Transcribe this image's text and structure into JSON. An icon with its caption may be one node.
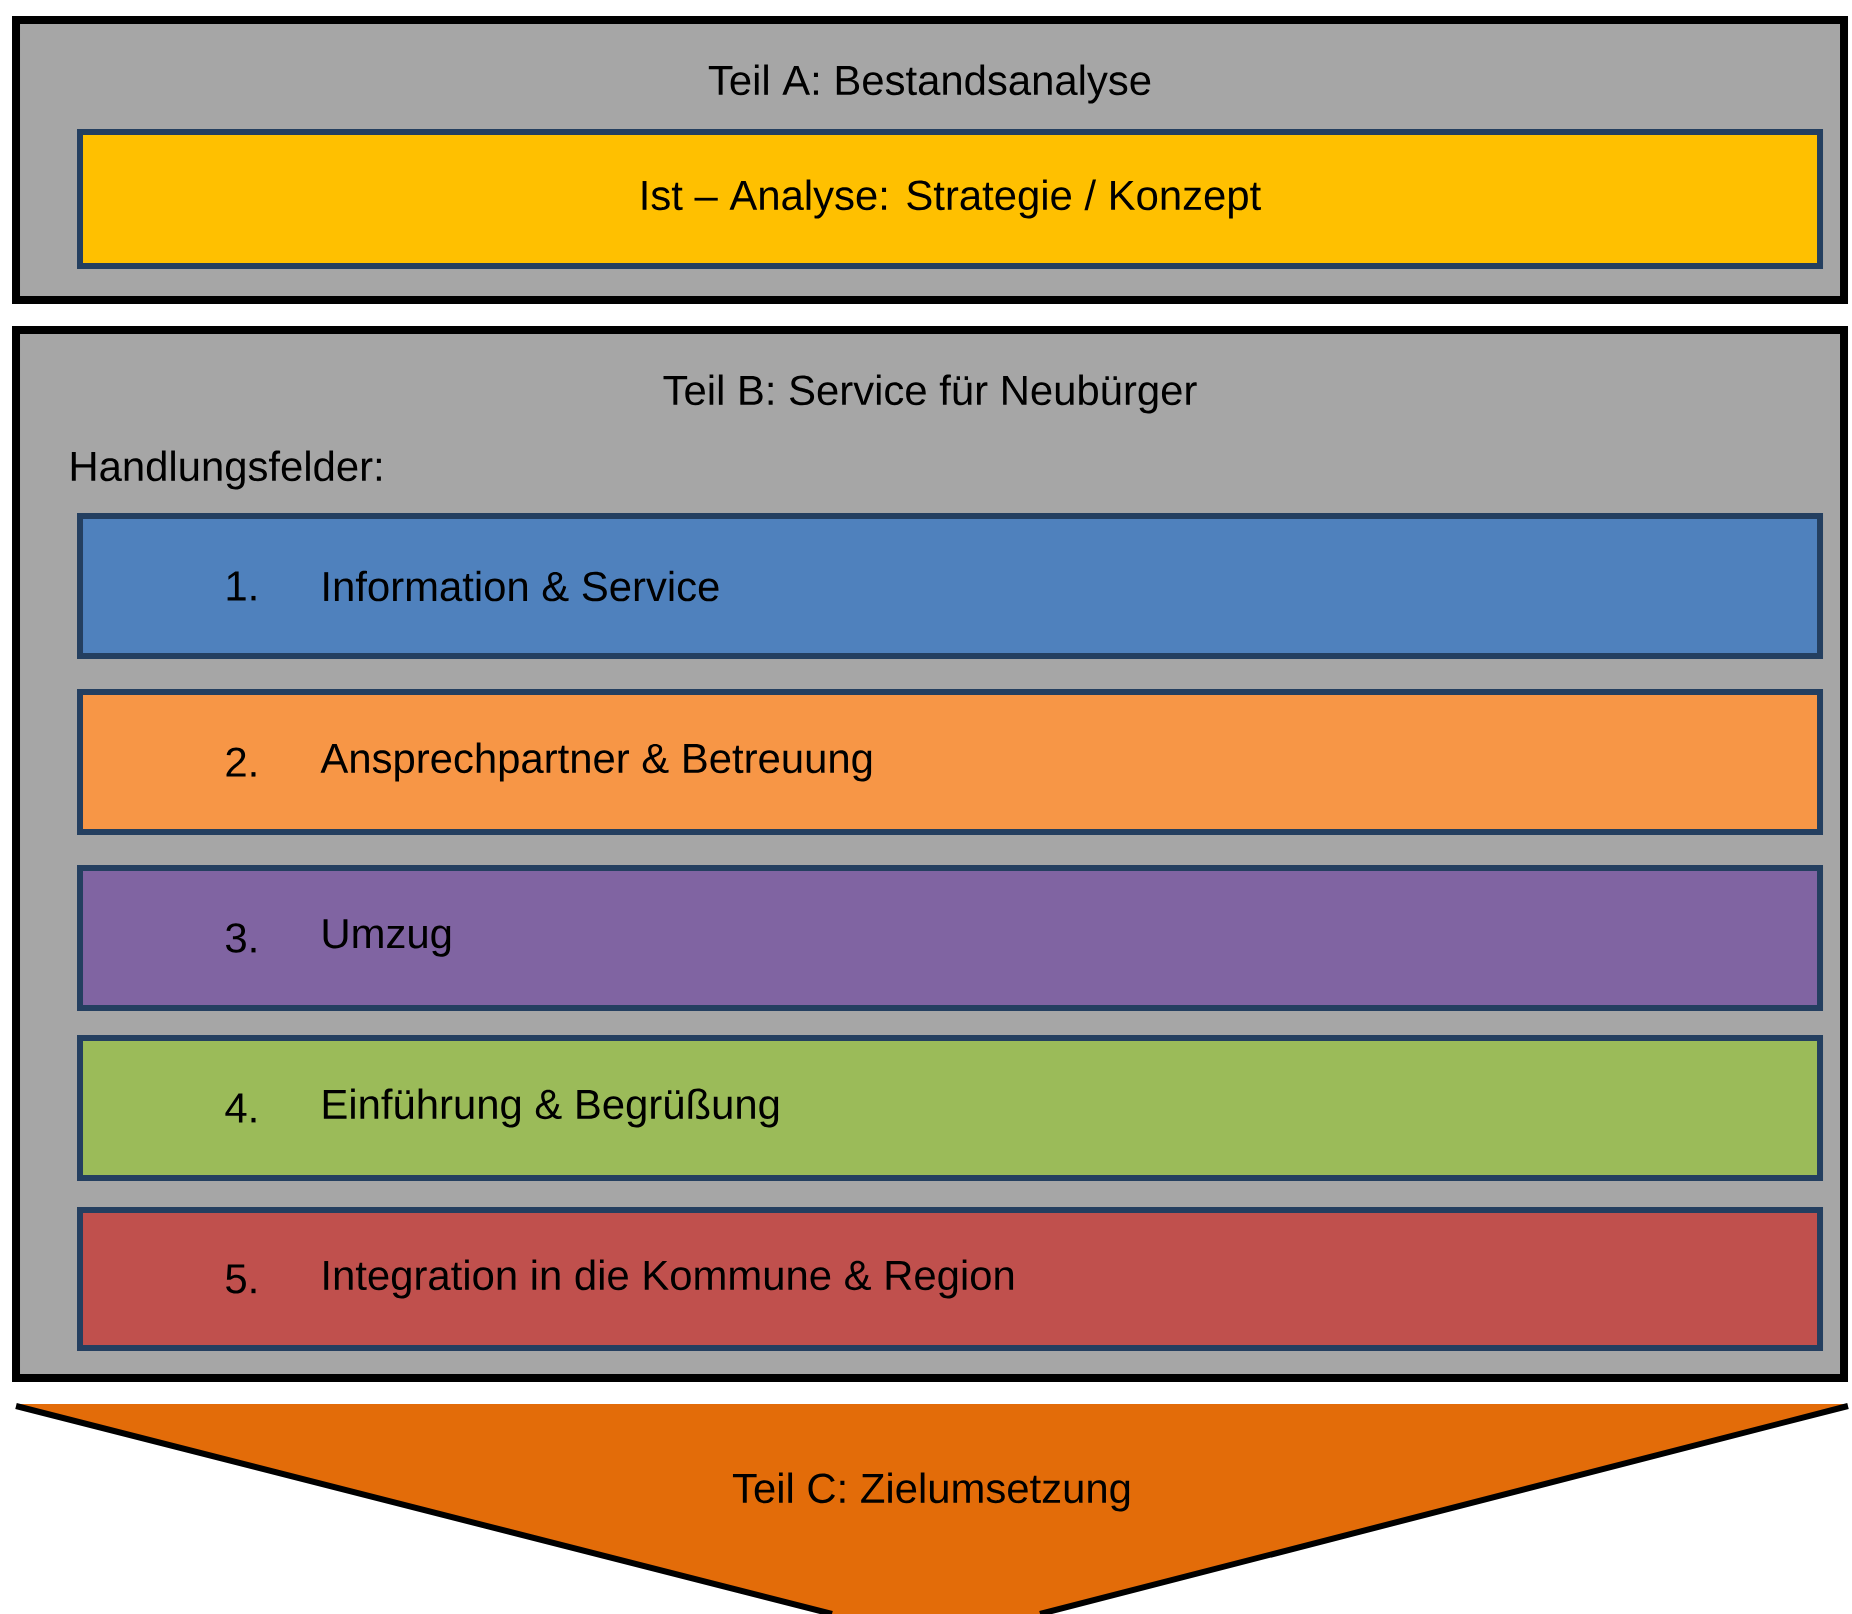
{
  "diagram": {
    "nodes": [
      {
        "text": [
          "Teil A: Bestandsanalyse"
        ]
      },
      {
        "text": [
          "Ist – Analyse: Strategie / Konzept"
        ],
        "in": 0
      },
      {
        "text": [
          "Teil B: Service für Neubürger",
          "Handlungsfelder:"
        ]
      },
      {
        "text": [
          "1.",
          "Information & Service"
        ],
        "in": 2
      },
      {
        "text": [
          "2.",
          "Ansprechpartner & Betreuung"
        ],
        "in": 2
      },
      {
        "text": [
          "3.",
          "Umzug"
        ],
        "in": 2
      },
      {
        "text": [
          "4.",
          "Einführung & Begrüßung"
        ],
        "in": 2
      },
      {
        "text": [
          "5.",
          "Integration in die Kommune & Region"
        ],
        "in": 2
      },
      {
        "text": [
          "Teil C: Zielumsetzung"
        ]
      }
    ]
  }
}
